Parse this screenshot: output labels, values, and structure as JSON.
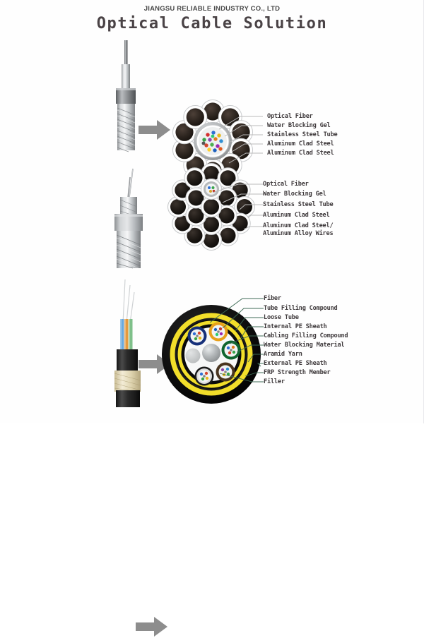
{
  "header": {
    "company": "JIANGSU RELIABLE INDUSTRY CO., LTD",
    "title": "Optical Cable Solution"
  },
  "colors": {
    "title": "#4a4346",
    "company": "#4a4a4a",
    "label_text": "#3f3a3c",
    "arrow": "#8d8d8d",
    "leader_gray": "#b9b9b9",
    "leader_green": "#3d6b55",
    "aramid_yellow": "#f2de2a",
    "sheath_black": "#0d0d0d",
    "strand_dark": "#2b241f",
    "steel_gray": "#a9acae"
  },
  "sections": [
    {
      "id": "opgw-central-tube",
      "cable_type": "OPGW central stainless steel tube",
      "strand_count": 10,
      "labels": [
        "Optical Fiber",
        "Water Blocking Gel",
        "Stainless Steel Tube",
        "Aluminum Clad Steel",
        "Aluminum Clad Steel"
      ]
    },
    {
      "id": "opgw-stranded",
      "cable_type": "OPGW stranded layers",
      "strand_count": 19,
      "labels": [
        "Optical Fiber",
        "Water Blocking Gel",
        "Stainless Steel Tube",
        "Aluminum Clad Steel",
        "Aluminum Clad Steel/\nAluminum Alloy Wires"
      ]
    },
    {
      "id": "adss",
      "cable_type": "ADSS all-dielectric self-supporting",
      "loose_tube_count": 5,
      "loose_tube_colors": [
        "#16307a",
        "#e8a01c",
        "#10652f",
        "#4a3520",
        "#d8d8d8"
      ],
      "labels": [
        "Fiber",
        "Tube Filling Compound",
        "Loose Tube",
        "Internal PE Sheath",
        "Cabling Filling Compound",
        "Water Blocking Material",
        "Aramid Yarn",
        "External PE Sheath",
        "FRP Strength Member",
        "Filler"
      ]
    }
  ]
}
